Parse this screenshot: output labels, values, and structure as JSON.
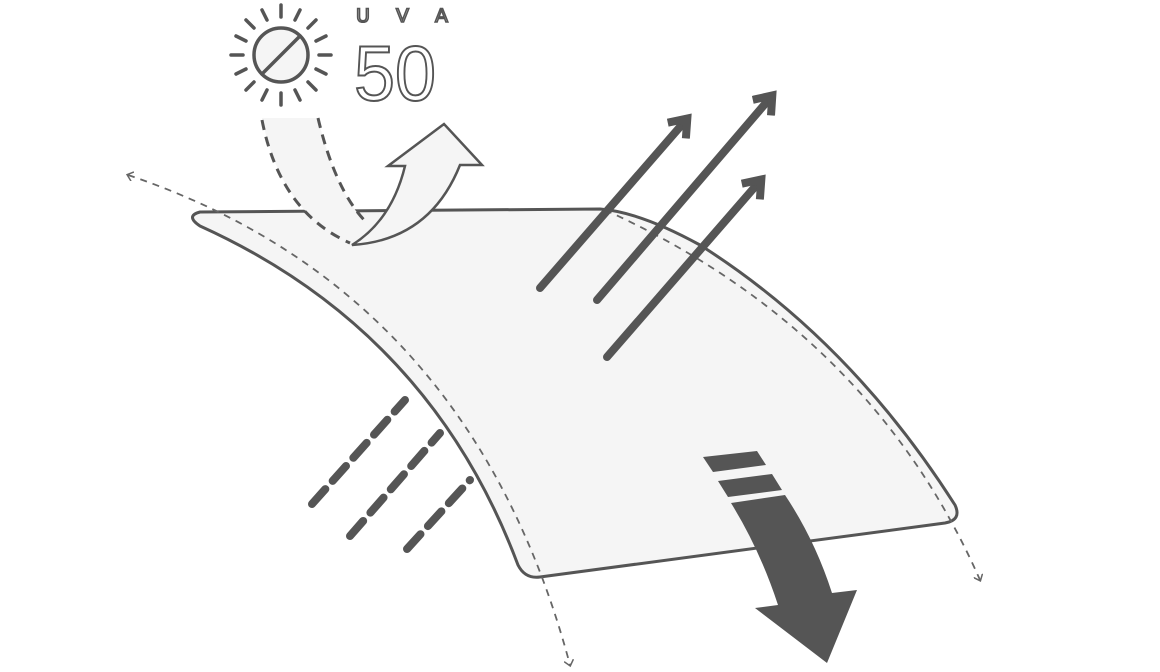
{
  "badge": {
    "label_top": "U V A",
    "value": "50"
  },
  "colors": {
    "stroke": "#555555",
    "fabric": "#f5f5f5",
    "dashed": "#666666"
  },
  "icons": [
    "sun-blocked-icon",
    "reflected-uv-arrow",
    "outgoing-moisture-arrows",
    "incoming-air-dashes",
    "downward-arrow"
  ]
}
